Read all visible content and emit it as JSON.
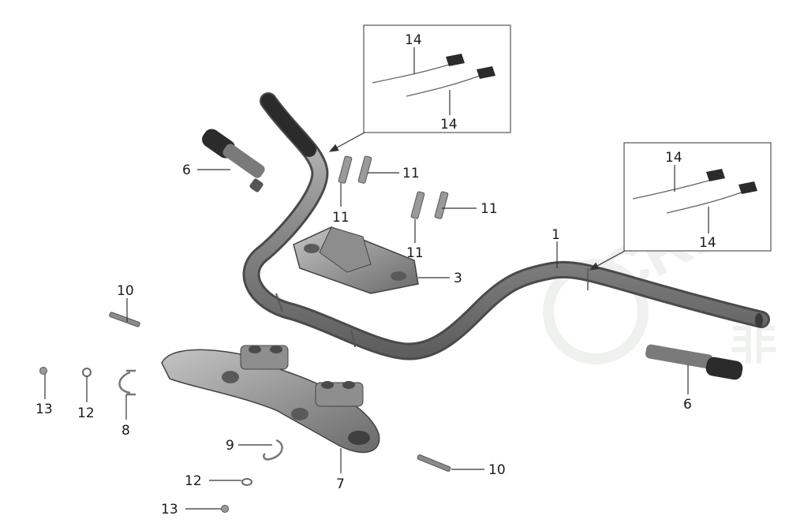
{
  "diagram": {
    "watermark_text": "CRES",
    "watermark_glyph": "非",
    "callouts": {
      "c1": "1",
      "c3": "3",
      "c6_left": "6",
      "c6_right": "6",
      "c7": "7",
      "c8": "8",
      "c9": "9",
      "c10_left": "10",
      "c10_right": "10",
      "c11_a": "11",
      "c11_b": "11",
      "c11_c": "11",
      "c11_d": "11",
      "c12_left": "12",
      "c12_bottom": "12",
      "c13_left": "13",
      "c13_bottom": "13",
      "c14_top_a": "14",
      "c14_top_b": "14",
      "c14_right_a": "14",
      "c14_right_b": "14"
    }
  },
  "colors": {
    "part_fill": "#a9a9a9",
    "part_dark": "#6e6e6e",
    "grip_dark": "#2b2b2b",
    "line": "#333333"
  }
}
